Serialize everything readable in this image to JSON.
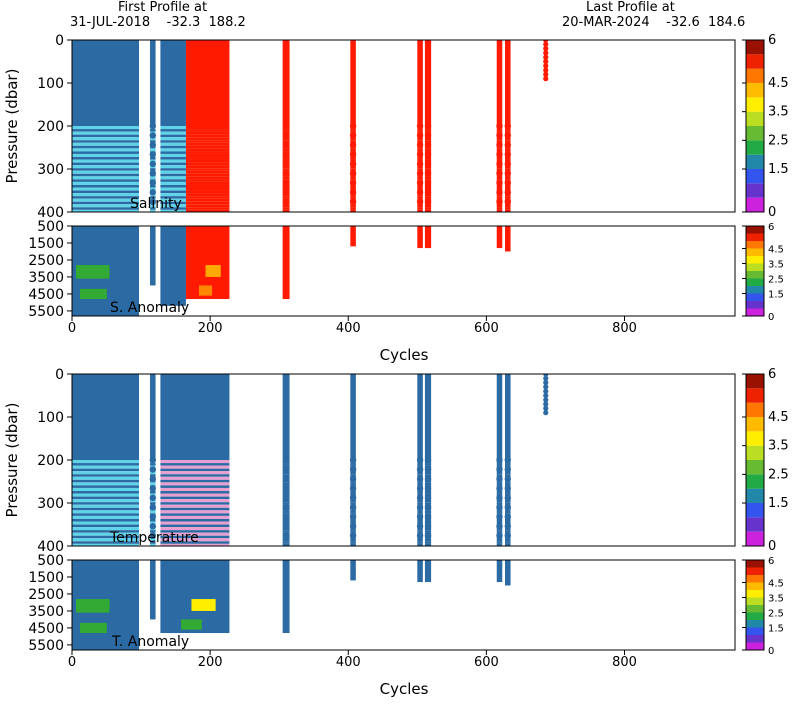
{
  "header": {
    "first_profile_label": "First Profile at",
    "first_profile_value": "31-JUL-2018    -32.3  188.2",
    "last_profile_label": "Last Profile at",
    "last_profile_value": "20-MAR-2024    -32.6  184.6"
  },
  "chart_data": [
    {
      "type": "heatmap",
      "title": "",
      "xlabel": "Cycles",
      "ylabel": "Pressure (dbar)",
      "xlim": [
        0,
        960
      ],
      "x_ticks": [
        "0",
        "200",
        "400",
        "600",
        "800"
      ],
      "upper": {
        "ylim": [
          0,
          400
        ],
        "y_ticks": [
          "0",
          "100",
          "200",
          "300",
          "400"
        ],
        "label": "Salinity"
      },
      "lower": {
        "ylim": [
          500,
          5800
        ],
        "y_ticks": [
          "500",
          "1500",
          "2500",
          "3500",
          "4500",
          "5500"
        ],
        "label": "S. Anomaly"
      },
      "colorbar": {
        "ticks": [
          "6",
          "4.5",
          "3.5",
          "2.5",
          "1.5",
          "0"
        ],
        "range": [
          0,
          6
        ]
      },
      "columns": [
        {
          "x0": 0,
          "x1": 97,
          "shade": "blue-teal",
          "upper_max": 400,
          "lower_max": 5800
        },
        {
          "x0": 113,
          "x1": 121,
          "shade": "blue-teal",
          "upper_max": 400,
          "lower_max": 4000
        },
        {
          "x0": 128,
          "x1": 165,
          "shade": "blue-teal",
          "upper_max": 400,
          "lower_max": 5200
        },
        {
          "x0": 165,
          "x1": 228,
          "shade": "red",
          "upper_max": 400,
          "lower_max": 4800
        },
        {
          "x0": 305,
          "x1": 315,
          "shade": "red",
          "upper_max": 400,
          "lower_max": 4800
        },
        {
          "x0": 403,
          "x1": 411,
          "shade": "red",
          "upper_max": 400,
          "lower_max": 1700
        },
        {
          "x0": 500,
          "x1": 508,
          "shade": "red",
          "upper_max": 400,
          "lower_max": 1800
        },
        {
          "x0": 511,
          "x1": 520,
          "shade": "red",
          "upper_max": 400,
          "lower_max": 1800
        },
        {
          "x0": 615,
          "x1": 623,
          "shade": "red",
          "upper_max": 400,
          "lower_max": 1800
        },
        {
          "x0": 627,
          "x1": 635,
          "shade": "red",
          "upper_max": 400,
          "lower_max": 2000
        },
        {
          "x0": 683,
          "x1": 689,
          "shade": "red",
          "upper_max": 95,
          "lower_max": null
        }
      ]
    },
    {
      "type": "heatmap",
      "title": "",
      "xlabel": "Cycles",
      "ylabel": "Pressure (dbar)",
      "xlim": [
        0,
        960
      ],
      "x_ticks": [
        "0",
        "200",
        "400",
        "600",
        "800"
      ],
      "upper": {
        "ylim": [
          0,
          400
        ],
        "y_ticks": [
          "0",
          "100",
          "200",
          "300",
          "400"
        ],
        "label": "Temperature"
      },
      "lower": {
        "ylim": [
          500,
          5800
        ],
        "y_ticks": [
          "500",
          "1500",
          "2500",
          "3500",
          "4500",
          "5500"
        ],
        "label": "T. Anomaly"
      },
      "colorbar": {
        "ticks": [
          "6",
          "4.5",
          "3.5",
          "2.5",
          "1.5",
          "0"
        ],
        "range": [
          0,
          6
        ]
      },
      "columns": [
        {
          "x0": 0,
          "x1": 97,
          "shade": "blue-teal",
          "upper_max": 400,
          "lower_max": 5800
        },
        {
          "x0": 113,
          "x1": 121,
          "shade": "blue-teal",
          "upper_max": 400,
          "lower_max": 4000
        },
        {
          "x0": 128,
          "x1": 228,
          "shade": "blue-pink",
          "upper_max": 400,
          "lower_max": 4800
        },
        {
          "x0": 305,
          "x1": 315,
          "shade": "blue",
          "upper_max": 400,
          "lower_max": 4800
        },
        {
          "x0": 403,
          "x1": 411,
          "shade": "blue",
          "upper_max": 400,
          "lower_max": 1700
        },
        {
          "x0": 500,
          "x1": 508,
          "shade": "blue",
          "upper_max": 400,
          "lower_max": 1800
        },
        {
          "x0": 511,
          "x1": 520,
          "shade": "blue",
          "upper_max": 400,
          "lower_max": 1800
        },
        {
          "x0": 615,
          "x1": 623,
          "shade": "blue",
          "upper_max": 400,
          "lower_max": 1800
        },
        {
          "x0": 627,
          "x1": 635,
          "shade": "blue",
          "upper_max": 400,
          "lower_max": 2000
        },
        {
          "x0": 683,
          "x1": 689,
          "shade": "blue",
          "upper_max": 95,
          "lower_max": null
        }
      ]
    }
  ],
  "colors": {
    "blue": "#2b6aa2",
    "red": "#ff1a00",
    "teal": "#5fd3e8",
    "pink": "#e8a0d0",
    "green": "#33aa33",
    "yellow": "#ffee00",
    "colorbar": [
      "#cc22dd",
      "#6633cc",
      "#3355ee",
      "#2288aa",
      "#22aa44",
      "#66bb33",
      "#bbdd22",
      "#ffee00",
      "#ffbb00",
      "#ff7700",
      "#ee2200",
      "#991100"
    ]
  }
}
